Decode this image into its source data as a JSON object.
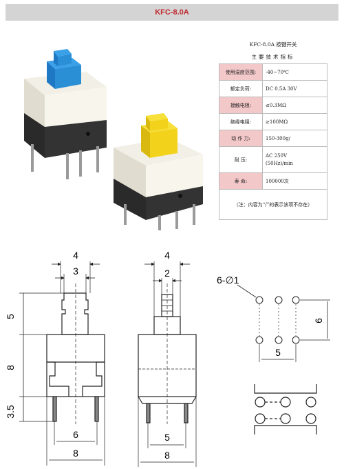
{
  "header": {
    "title": "KFC-8.0A"
  },
  "spec": {
    "title": "KFC-8.0A 按键开关",
    "subtitle": "主要技术指标",
    "rows": [
      {
        "key": "使用温度范围:",
        "value": "-40~70℃",
        "pink": true
      },
      {
        "key": "额定负荷:",
        "value": "DC 0.5A 30V",
        "pink": false
      },
      {
        "key": "接触电阻:",
        "value": "≤0.3MΩ",
        "pink": true
      },
      {
        "key": "绝缘电阻:",
        "value": "≥100MΩ",
        "pink": false
      },
      {
        "key": "动 作 力:",
        "value": "150-300g/",
        "pink": true
      },
      {
        "key": "耐    压:",
        "value": "AC 250V\n(50Hz)/min",
        "pink": false
      },
      {
        "key": "寿    命:",
        "value": "100000次",
        "pink": true
      }
    ],
    "note": "（注：内容为“/”的表示该项不存在）"
  },
  "dims": {
    "front_width_top": "4",
    "front_width_cap": "3",
    "front_height_cap": "5",
    "front_height_body": "8",
    "front_height_pins": "3.5",
    "front_pin_span": "6",
    "front_width_body": "8",
    "side_width_top": "4",
    "side_width_cap": "2",
    "side_pin_span": "5",
    "side_width_body": "8",
    "holes_label": "6-∅1",
    "holes_height": "6",
    "holes_span": "5"
  },
  "colors": {
    "accent": "#c0272d",
    "pink": "#f3c8c9",
    "blue_cap": "#2b8fd6",
    "yellow_cap": "#f2d21a"
  }
}
